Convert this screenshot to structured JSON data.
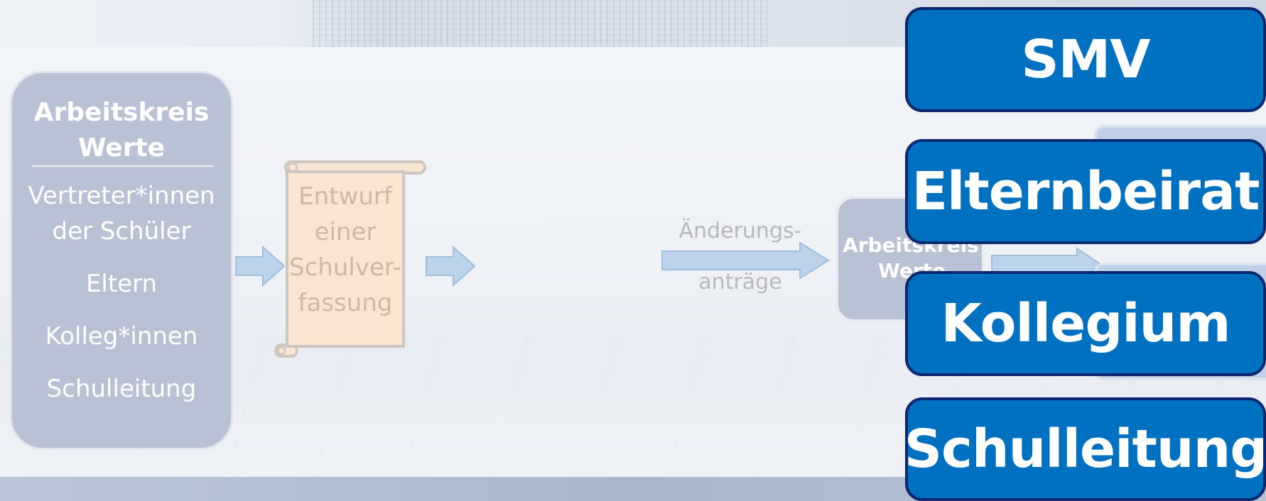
{
  "left_box": {
    "title_line1": "Arbeitskreis",
    "title_line2": "Werte",
    "lines": [
      "Vertreter*innen",
      "der Schüler",
      "Eltern",
      "Kolleg*innen",
      "Schulleitung"
    ]
  },
  "scroll": {
    "lines": [
      "Entwurf",
      "einer",
      "Schulver-",
      "fassung"
    ]
  },
  "changes_label": {
    "line1": "Änderungs-",
    "line2": "anträge"
  },
  "second_box": {
    "line1": "Arbeitskreis",
    "line2": "Werte"
  },
  "stakeholders": [
    "SMV",
    "Elternbeirat",
    "Kollegium",
    "Schulleitung"
  ],
  "colors": {
    "pill_fill": "#0070c0",
    "pill_border": "#0b2870",
    "faded_box": "#b9c1d5",
    "scroll_fill": "#f9e6d2",
    "arrow_fill": "#bcd3ea"
  }
}
